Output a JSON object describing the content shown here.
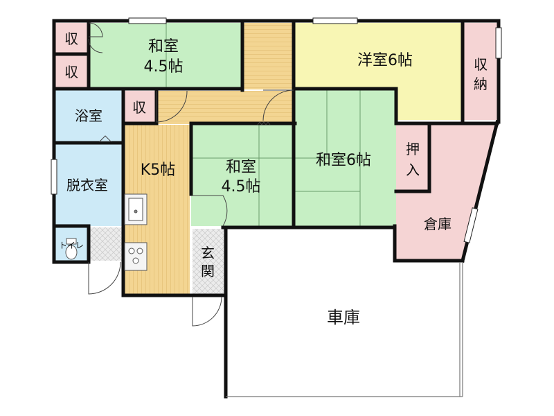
{
  "rooms": {
    "storage_top1": "収",
    "storage_top2": "収",
    "washitsu_top": "和室",
    "washitsu_top_size": "4.5帖",
    "youshitsu": "洋室6帖",
    "shuno_1": "収",
    "shuno_2": "納",
    "bath": "浴室",
    "storage_mid": "収",
    "dressing": "脱衣室",
    "kitchen": "K5帖",
    "washitsu_mid": "和室",
    "washitsu_mid_size": "4.5帖",
    "washitsu_6": "和室6帖",
    "oshiire_1": "押",
    "oshiire_2": "入",
    "souko": "倉庫",
    "toilet": "トイレ",
    "genkan_1": "玄",
    "genkan_2": "関",
    "garage": "車庫"
  },
  "colors": {
    "washitsu": "#c6efc4",
    "youshitsu": "#f8f6b4",
    "storage": "#f5d4d4",
    "water": "#cdeaf7",
    "wood": "#f0d08a",
    "wall": "#111111"
  }
}
